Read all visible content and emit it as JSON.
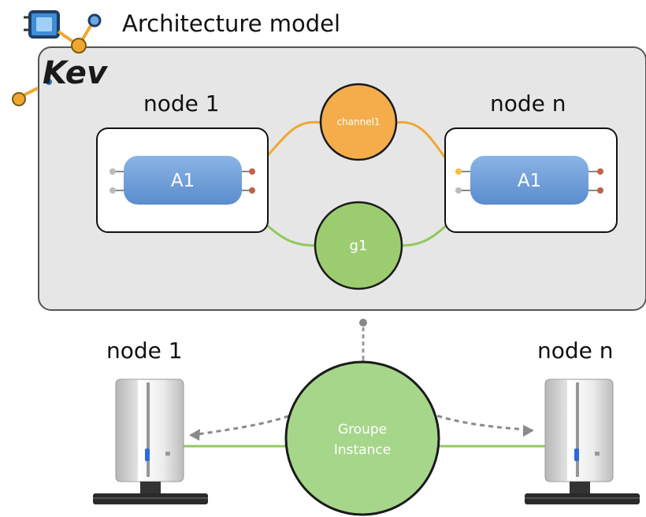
{
  "title": "Architecture model",
  "logo": {
    "text": "Kev"
  },
  "model": {
    "node_left": {
      "label": "node 1",
      "component": "A1"
    },
    "node_right": {
      "label": "node n",
      "component": "A1"
    },
    "channel": {
      "label": "channel1"
    },
    "group": {
      "label": "g1"
    }
  },
  "runtime": {
    "node_left": "node 1",
    "node_right": "node n",
    "group_instance_line1": "Groupe",
    "group_instance_line2": "Instance"
  },
  "colors": {
    "model_bg": "#e6e6e6",
    "component": "#6f9ed8",
    "channel": "#f4ad4a",
    "group": "#9ccc70",
    "group_instance": "#a6d68a",
    "group_line": "#8fca5e",
    "channel_line": "#f0a732"
  },
  "icons": [
    "kev-logo-icon",
    "server-tower-icon"
  ]
}
